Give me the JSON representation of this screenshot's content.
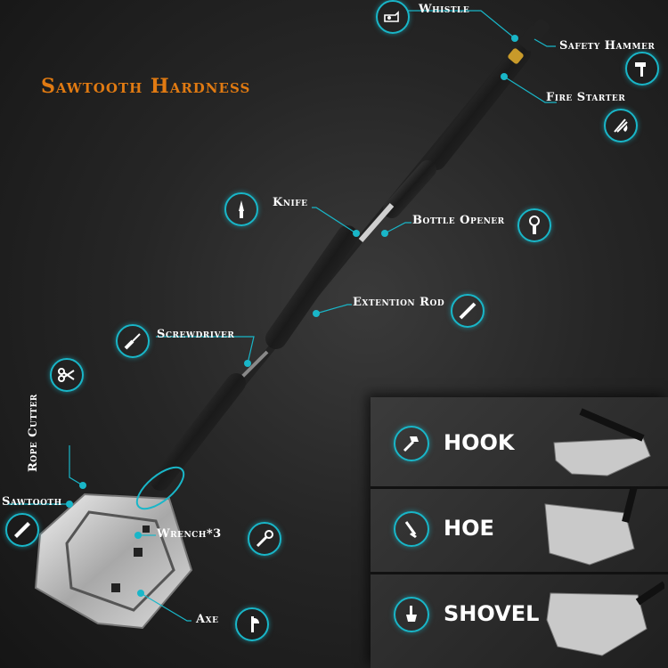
{
  "title": "Sawtooth Hardness",
  "labels": {
    "whistle": "Whistle",
    "safety_hammer": "Safety Hammer",
    "fire_starter": "Fire Starter",
    "knife": "Knife",
    "bottle_opener": "Bottle Opener",
    "extention_rod": "Extention Rod",
    "screwdriver": "Screwdriver",
    "rope_cutter": "Rope Cutter",
    "sawtooth": "Sawtooth",
    "wrench": "Wrench*3",
    "axe": "Axe"
  },
  "modes": [
    {
      "label": "HOOK",
      "icon": "hook-icon"
    },
    {
      "label": "HOE",
      "icon": "hoe-icon"
    },
    {
      "label": "SHOVEL",
      "icon": "shovel-icon"
    }
  ],
  "colors": {
    "accent": "#19b6c8",
    "title": "#e07a12",
    "background": "#262626"
  }
}
